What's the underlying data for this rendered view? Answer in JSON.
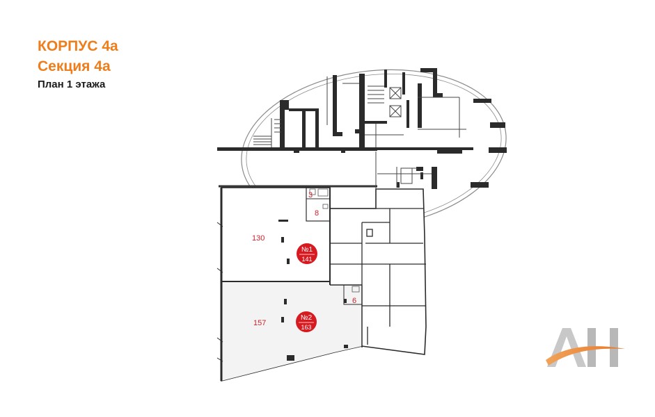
{
  "header": {
    "building": "КОРПУС 4а",
    "section": "Секция 4а",
    "plan": "План 1 этажа"
  },
  "rooms": {
    "r130": "130",
    "r157": "157",
    "r3": "3",
    "r8": "8",
    "r6": "6"
  },
  "units": [
    {
      "label": "№1",
      "area": "141"
    },
    {
      "label": "№2",
      "area": "163"
    }
  ],
  "colors": {
    "accent_orange": "#ee7d1c",
    "badge_red": "#d71920",
    "room_number_red": "#c8232a",
    "wall": "#2b2b2b"
  },
  "logo": {
    "name": "ah-logo"
  }
}
